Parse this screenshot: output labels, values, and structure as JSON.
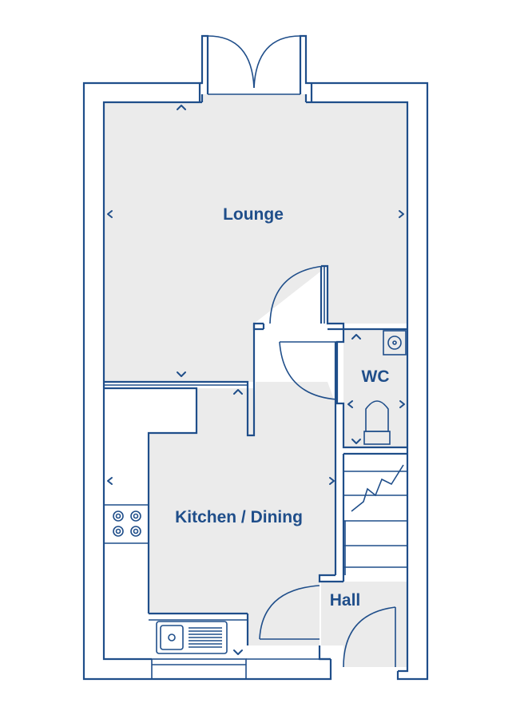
{
  "plan": {
    "colors": {
      "line": "#1f4e8a",
      "floor": "#ebebeb",
      "background": "#ffffff"
    },
    "rooms": {
      "lounge": "Lounge",
      "wc": "WC",
      "kitchen": "Kitchen / Dining",
      "hall": "Hall"
    },
    "icons": [
      "french-doors-icon",
      "hob-icon",
      "sink-icon",
      "toilet-icon",
      "basin-icon",
      "stairs-icon",
      "door-swing-icon",
      "measure-marker-icon"
    ]
  }
}
